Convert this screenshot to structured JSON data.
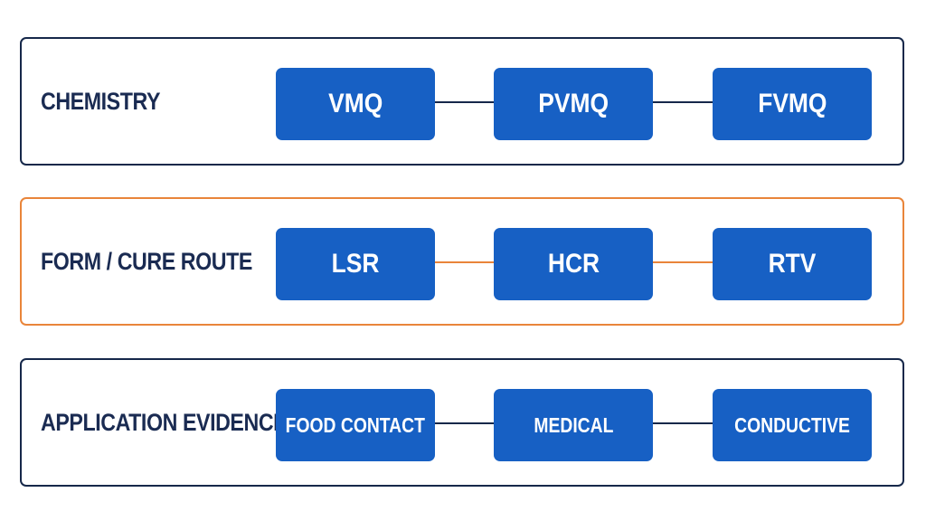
{
  "rows": [
    {
      "label": "CHEMISTRY",
      "nodes": [
        "VMQ",
        "PVMQ",
        "FVMQ"
      ]
    },
    {
      "label": "FORM / CURE ROUTE",
      "nodes": [
        "LSR",
        "HCR",
        "RTV"
      ]
    },
    {
      "label": "APPLICATION EVIDENCE",
      "nodes": [
        "FOOD CONTACT",
        "MEDICAL",
        "CONDUCTIVE"
      ]
    }
  ],
  "colors": {
    "node_fill": "#1760c4",
    "row_border": "#16284a",
    "highlight_border": "#e9853a",
    "label_text": "#1a2b52"
  }
}
